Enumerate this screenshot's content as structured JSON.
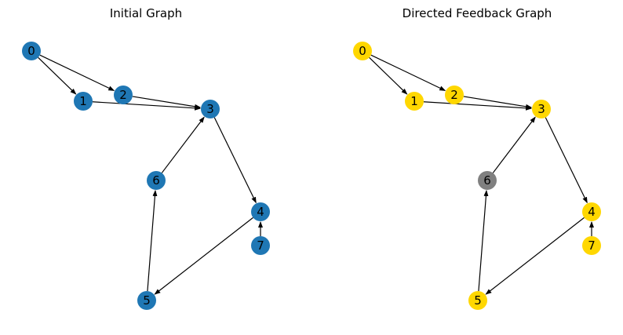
{
  "panels": [
    {
      "title": "Initial Graph",
      "default_color": "#1f77b4",
      "node_colors": {}
    },
    {
      "title": "Directed Feedback Graph",
      "default_color": "#ffd700",
      "node_colors": {
        "6": "#808080"
      }
    }
  ],
  "nodes": [
    "0",
    "1",
    "2",
    "3",
    "4",
    "5",
    "6",
    "7"
  ],
  "edges": [
    [
      "0",
      "1"
    ],
    [
      "0",
      "2"
    ],
    [
      "1",
      "3"
    ],
    [
      "2",
      "3"
    ],
    [
      "3",
      "4"
    ],
    [
      "4",
      "5"
    ],
    [
      "5",
      "6"
    ],
    [
      "6",
      "3"
    ],
    [
      "7",
      "4"
    ]
  ],
  "edge_color": "#000000"
}
